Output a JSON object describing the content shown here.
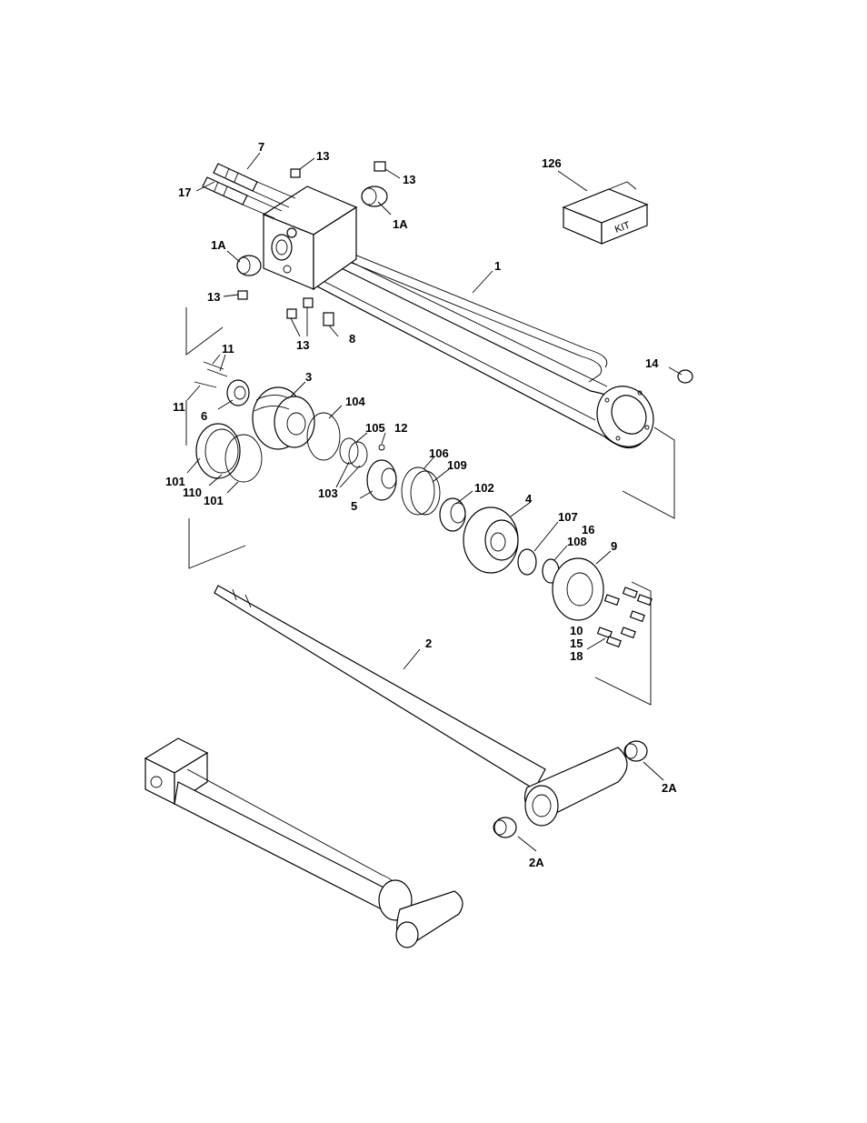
{
  "kit_box_text": "KIT",
  "callouts": {
    "c7": "7",
    "c17": "17",
    "c13a": "13",
    "c13b": "13",
    "c13c": "13",
    "c13d": "13",
    "c1Aa": "1A",
    "c1Ab": "1A",
    "c126": "126",
    "c1": "1",
    "c8": "8",
    "c14": "14",
    "c11a": "11",
    "c11b": "11",
    "c6": "6",
    "c3": "3",
    "c104": "104",
    "c105": "105",
    "c12": "12",
    "c106": "106",
    "c109": "109",
    "c101a": "101",
    "c110": "110",
    "c101b": "101",
    "c103": "103",
    "c5": "5",
    "c102": "102",
    "c4": "4",
    "c107": "107",
    "c16": "16",
    "c108": "108",
    "c9": "9",
    "c10": "10",
    "c15": "15",
    "c18": "18",
    "c2": "2",
    "c2Aa": "2A",
    "c2Ab": "2A"
  }
}
